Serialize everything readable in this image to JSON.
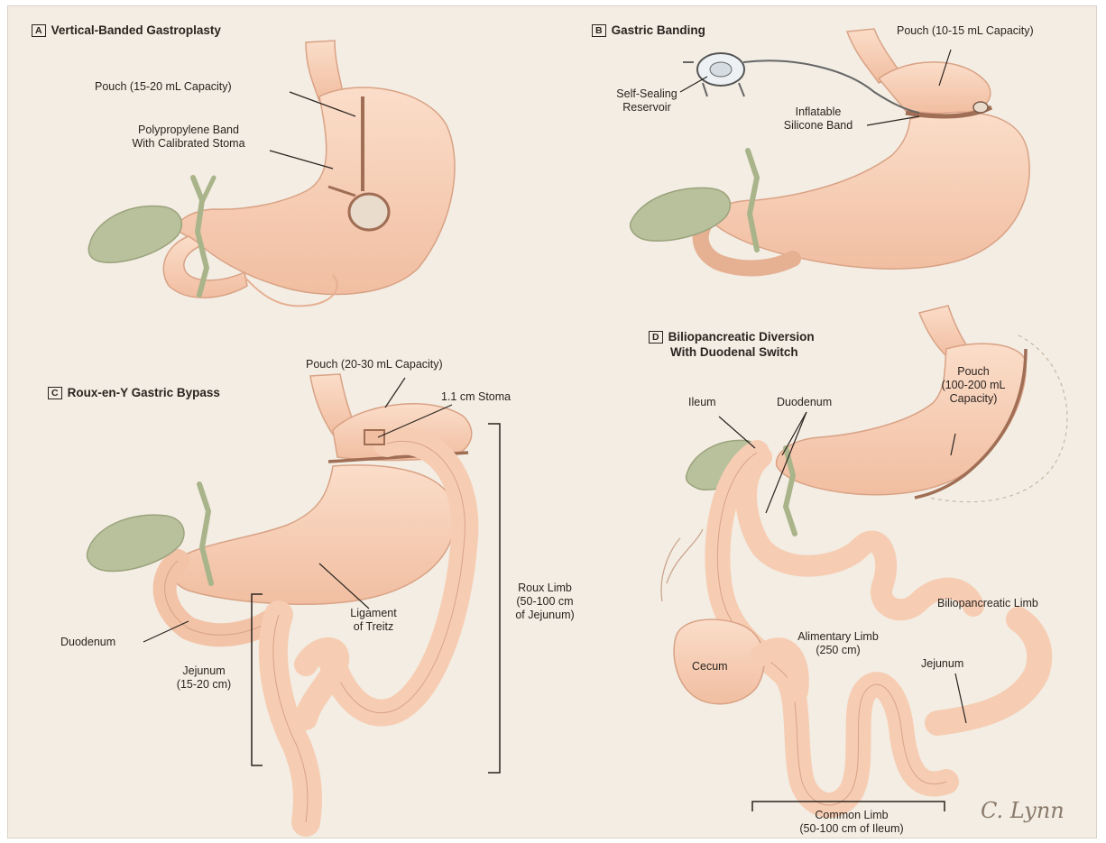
{
  "panels": {
    "a": {
      "letter": "A",
      "title": "Vertical-Banded Gastroplasty",
      "pouch": "Pouch (15-20 mL Capacity)",
      "band_line1": "Polypropylene Band",
      "band_line2": "With Calibrated Stoma"
    },
    "b": {
      "letter": "B",
      "title": "Gastric Banding",
      "pouch": "Pouch (10-15 mL Capacity)",
      "reservoir_line1": "Self-Sealing",
      "reservoir_line2": "Reservoir",
      "band_line1": "Inflatable",
      "band_line2": "Silicone Band"
    },
    "c": {
      "letter": "C",
      "title": "Roux-en-Y Gastric Bypass",
      "pouch": "Pouch (20-30 mL Capacity)",
      "stoma": "1.1 cm Stoma",
      "roux_line1": "Roux Limb",
      "roux_line2": "(50-100 cm",
      "roux_line3": "of Jejunum)",
      "ligament_line1": "Ligament",
      "ligament_line2": "of Treitz",
      "duodenum": "Duodenum",
      "jejunum_line1": "Jejunum",
      "jejunum_line2": "(15-20 cm)"
    },
    "d": {
      "letter": "D",
      "title_line1": "Biliopancreatic Diversion",
      "title_line2": "With Duodenal Switch",
      "pouch_line1": "Pouch",
      "pouch_line2": "(100-200 mL",
      "pouch_line3": "Capacity)",
      "ileum": "Ileum",
      "duodenum": "Duodenum",
      "biliopancreatic_limb": "Biliopancreatic Limb",
      "alimentary_line1": "Alimentary Limb",
      "alimentary_line2": "(250 cm)",
      "cecum": "Cecum",
      "jejunum": "Jejunum",
      "common_line1": "Common Limb",
      "common_line2": "(50-100 cm of Ileum)"
    }
  },
  "signature": "C. Lynn",
  "colors": {
    "background": "#f3ede3",
    "tissue": "#f7cdb4",
    "tissue_edge": "#d9a285",
    "gallbladder": "#b9c19c",
    "band": "#a06e55",
    "text": "#2a2420"
  }
}
